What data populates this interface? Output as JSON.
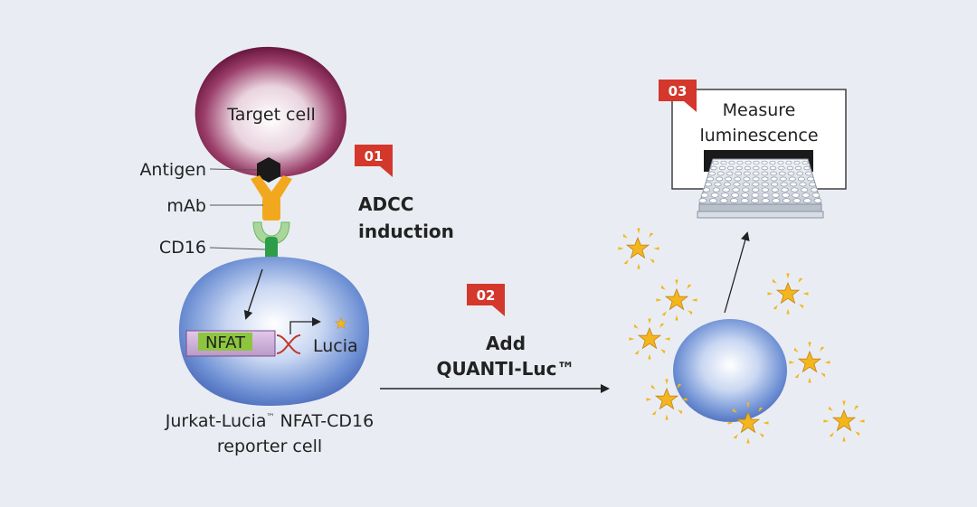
{
  "diagram": {
    "target_cell": "Target cell",
    "antigen": "Antigen",
    "mab": "mAb",
    "cd16": "CD16",
    "nfat": "NFAT",
    "lucia": "Lucia",
    "reporter_line1": "Jurkat-Lucia",
    "reporter_tm": "™",
    "reporter_line1_rest": " NFAT-CD16",
    "reporter_line2": "reporter cell",
    "steps": [
      {
        "number": "01",
        "line1": "ADCC",
        "line2": "induction"
      },
      {
        "number": "02",
        "line1": "Add",
        "line2": "QUANTI-Luc™"
      },
      {
        "number": "03",
        "line1": "Measure",
        "line2": "luminescence"
      }
    ]
  },
  "colors": {
    "background": "#e9edf3",
    "badge": "#d4372b",
    "target_cell": "#7a1e4c",
    "reporter_cell": "#6c8fd4",
    "antibody": "#f2a81e",
    "cd16": "#2e9d4a",
    "star": "#f3b71d"
  }
}
